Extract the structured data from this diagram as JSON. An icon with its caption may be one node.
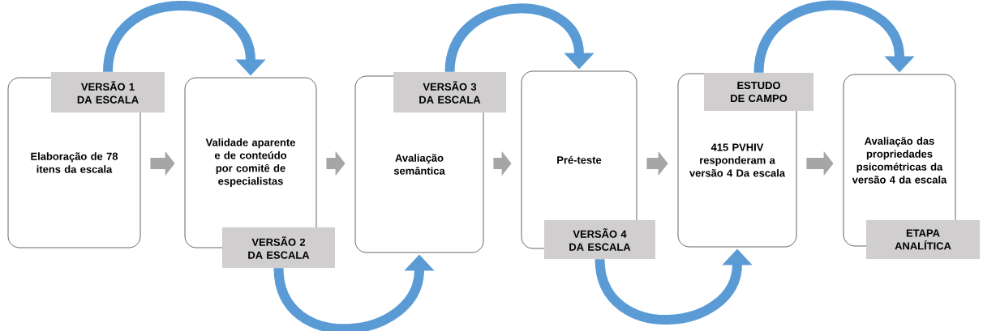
{
  "diagram": {
    "nodes": [
      {
        "text": [
          "Elaboração de 78 itens da escala"
        ]
      },
      {
        "text": [
          "Validade aparente e de conteúdo por comitê de especialistas"
        ]
      },
      {
        "text": [
          "Avaliação semântica"
        ]
      },
      {
        "text": [
          "Pré-teste"
        ]
      },
      {
        "text": [
          "415 PVHIV responderam a versão 4 Da escala"
        ]
      },
      {
        "text": [
          "Avaliação das propriedades psicométricas da versão 4 da escala"
        ]
      },
      {
        "text": [
          "VERSÃO 1 DA ESCALA"
        ]
      },
      {
        "text": [
          "VERSÃO 2 DA ESCALA"
        ]
      },
      {
        "text": [
          "VERSÃO 3 DA ESCALA"
        ]
      },
      {
        "text": [
          "VERSÃO 4 DA ESCALA"
        ]
      },
      {
        "text": [
          "ESTUDO DE CAMPO"
        ]
      },
      {
        "text": [
          "ETAPA ANALÍTICA"
        ]
      }
    ],
    "edges": [
      {
        "from": 0,
        "to": 1,
        "arrow": "to"
      },
      {
        "from": 1,
        "to": 2,
        "arrow": "to"
      },
      {
        "from": 2,
        "to": 3,
        "arrow": "to"
      },
      {
        "from": 3,
        "to": 4,
        "arrow": "to"
      },
      {
        "from": 4,
        "to": 5,
        "arrow": "to"
      },
      {
        "from": 6,
        "to": 1,
        "arrow": "to",
        "color": "#5b9bd5"
      },
      {
        "from": 7,
        "to": 2,
        "arrow": "to",
        "color": "#5b9bd5"
      },
      {
        "from": 8,
        "to": 3,
        "arrow": "to",
        "color": "#5b9bd5"
      },
      {
        "from": 9,
        "to": 4,
        "arrow": "to",
        "color": "#5b9bd5"
      },
      {
        "from": 10,
        "to": 5,
        "arrow": "to",
        "color": "#5b9bd5"
      }
    ]
  }
}
